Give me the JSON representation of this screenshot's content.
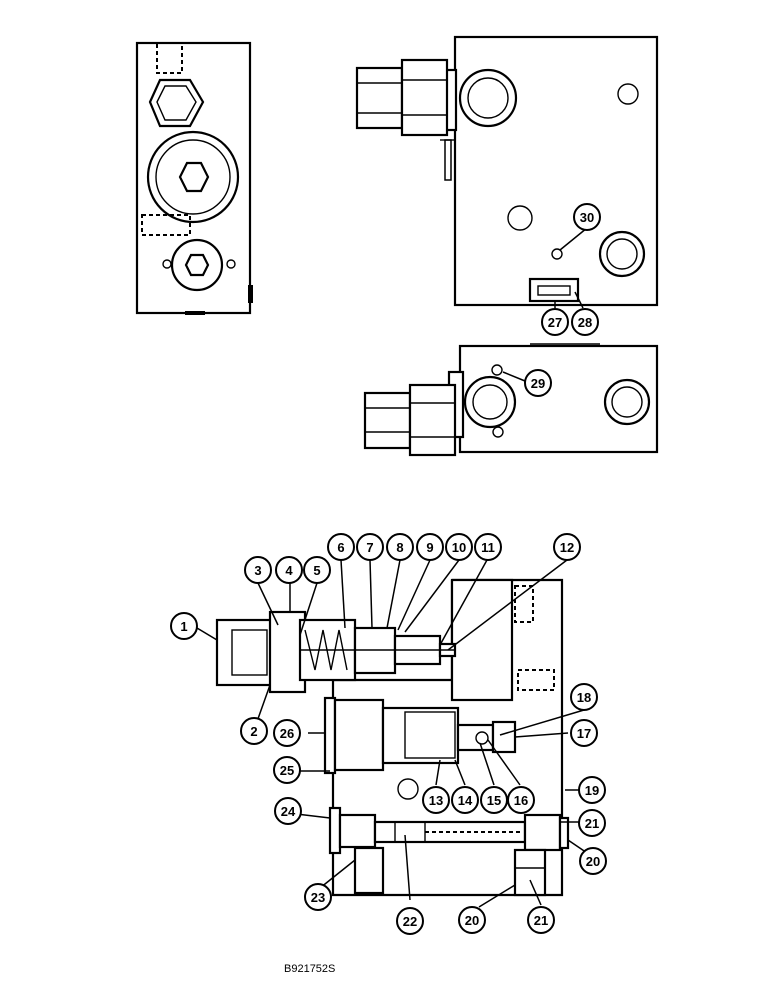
{
  "figure_id": "B921752S",
  "callouts": {
    "c1": "1",
    "c2": "2",
    "c3": "3",
    "c4": "4",
    "c5": "5",
    "c6": "6",
    "c7": "7",
    "c8": "8",
    "c9": "9",
    "c10": "10",
    "c11": "11",
    "c12": "12",
    "c13": "13",
    "c14": "14",
    "c15": "15",
    "c16": "16",
    "c17": "17",
    "c18": "18",
    "c19": "19",
    "c20a": "20",
    "c20b": "20",
    "c21a": "21",
    "c21b": "21",
    "c22": "22",
    "c23": "23",
    "c24": "24",
    "c25": "25",
    "c26": "26",
    "c27": "27",
    "c28": "28",
    "c29": "29",
    "c30": "30"
  }
}
